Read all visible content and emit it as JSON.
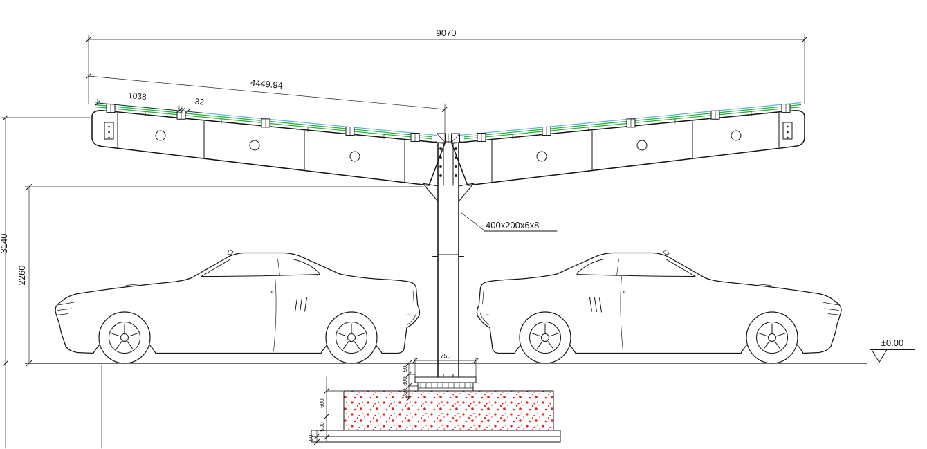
{
  "colors": {
    "line": "#161616",
    "panel_green": "#1fae2e",
    "panel_cyan": "#58b0dc",
    "speckle_red": "#ee1c1c"
  },
  "labels": {
    "overall_width": "9070",
    "wing_length": "4449.94",
    "panel_width": "1038",
    "panel_gap": "32",
    "clearance_height": "2260",
    "total_height": "3140",
    "column_section": "400x200x6x8",
    "ground_level": "±0.00",
    "base_plate_width": "750",
    "fnd_top_offset": "50",
    "fnd_pedestal_upper": "300",
    "fnd_pedestal_lower": "250",
    "fnd_footing_upper": "600",
    "fnd_footing_lower": "500",
    "fnd_blinding": "50"
  }
}
